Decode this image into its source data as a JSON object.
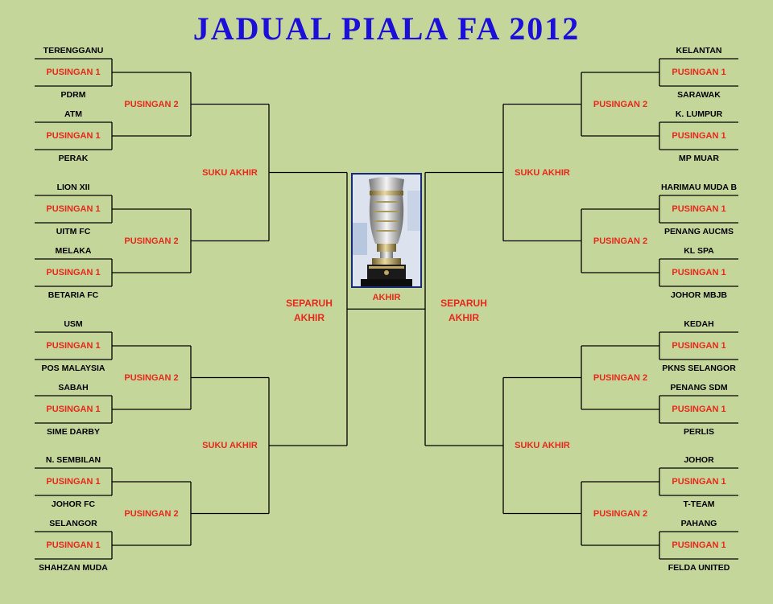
{
  "title": "JADUAL PIALA FA 2012",
  "colors": {
    "background": "#c5d69b",
    "title": "#1c10d8",
    "stage_label": "#e8281a",
    "line": "#000000"
  },
  "bracket": {
    "left": {
      "teams": [
        "TERENGGANU",
        "PDRM",
        "ATM",
        "PERAK",
        "LION XII",
        "UITM FC",
        "MELAKA",
        "BETARIA FC",
        "USM",
        "POS MALAYSIA",
        "SABAH",
        "SIME DARBY",
        "N. SEMBILAN",
        "JOHOR FC",
        "SELANGOR",
        "SHAHZAN MUDA"
      ],
      "round1_label": "PUSINGAN 1",
      "round2_label": "PUSINGAN 2",
      "quarter_label": "SUKU AKHIR",
      "semi_label": "SEPARUH AKHIR"
    },
    "right": {
      "teams": [
        "KELANTAN",
        "SARAWAK",
        "K. LUMPUR",
        "MP MUAR",
        "HARIMAU MUDA B",
        "PENANG AUCMS",
        "KL SPA",
        "JOHOR MBJB",
        "KEDAH",
        "PKNS SELANGOR",
        "PENANG SDM",
        "PERLIS",
        "JOHOR",
        "T-TEAM",
        "PAHANG",
        "FELDA UNITED"
      ],
      "round1_label": "PUSINGAN 1",
      "round2_label": "PUSINGAN 2",
      "quarter_label": "SUKU AKHIR",
      "semi_label": "SEPARUH AKHIR"
    },
    "final_label": "AKHIR"
  }
}
